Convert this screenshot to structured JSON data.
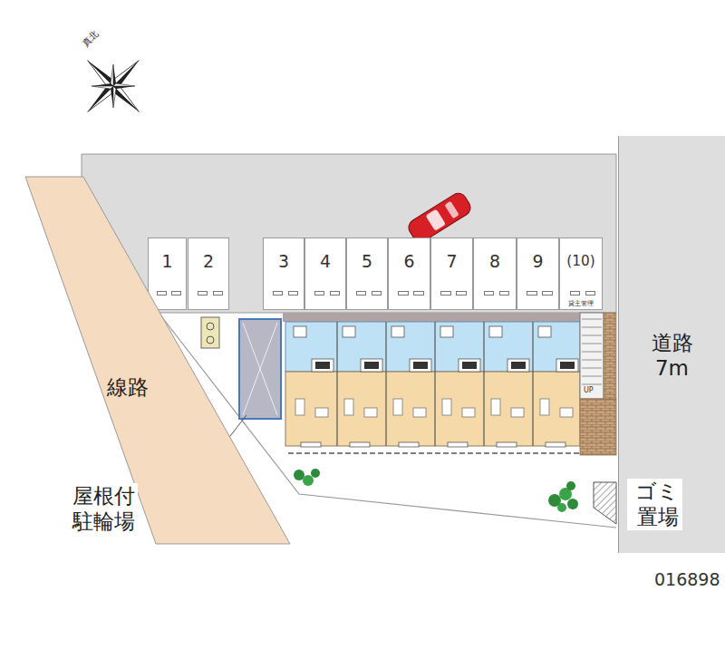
{
  "diagram": {
    "nodes": [
      {
        "text": [
          "1"
        ]
      },
      {
        "text": [
          "2"
        ]
      },
      {
        "text": [
          "3"
        ]
      },
      {
        "text": [
          "4"
        ]
      },
      {
        "text": [
          "5"
        ]
      },
      {
        "text": [
          "6"
        ]
      },
      {
        "text": [
          "7"
        ]
      },
      {
        "text": [
          "8"
        ]
      },
      {
        "text": [
          "9"
        ]
      },
      {
        "text": [
          "(10)",
          "貸主管理"
        ]
      },
      {
        "text": [
          "線路"
        ]
      },
      {
        "text": [
          "道路 7m"
        ]
      }
    ],
    "labels": [
      "真北",
      "UP",
      "屋根付 駐輪場",
      "ゴミ 置場",
      "016898"
    ]
  }
}
